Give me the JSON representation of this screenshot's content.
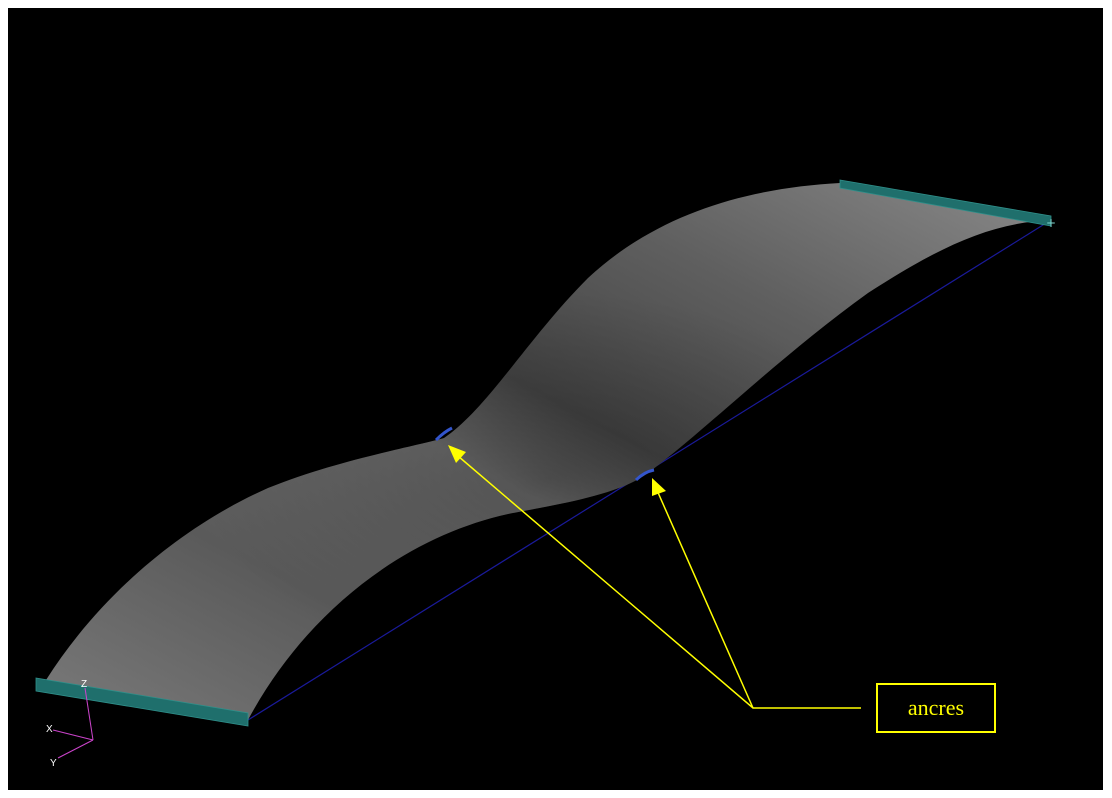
{
  "annotation": {
    "label": "ancres",
    "color": "#ffff00"
  },
  "triad": {
    "x_label": "X",
    "y_label": "Y",
    "z_label": "Z",
    "color": "#cc44cc"
  },
  "colors": {
    "background": "#000000",
    "surface_light": "#8c8c8c",
    "surface_dark": "#3c3c3c",
    "edge_beam": "#1f6f6c",
    "cable_line": "#1a1a9a",
    "anchor_marker": "#3355cc"
  }
}
